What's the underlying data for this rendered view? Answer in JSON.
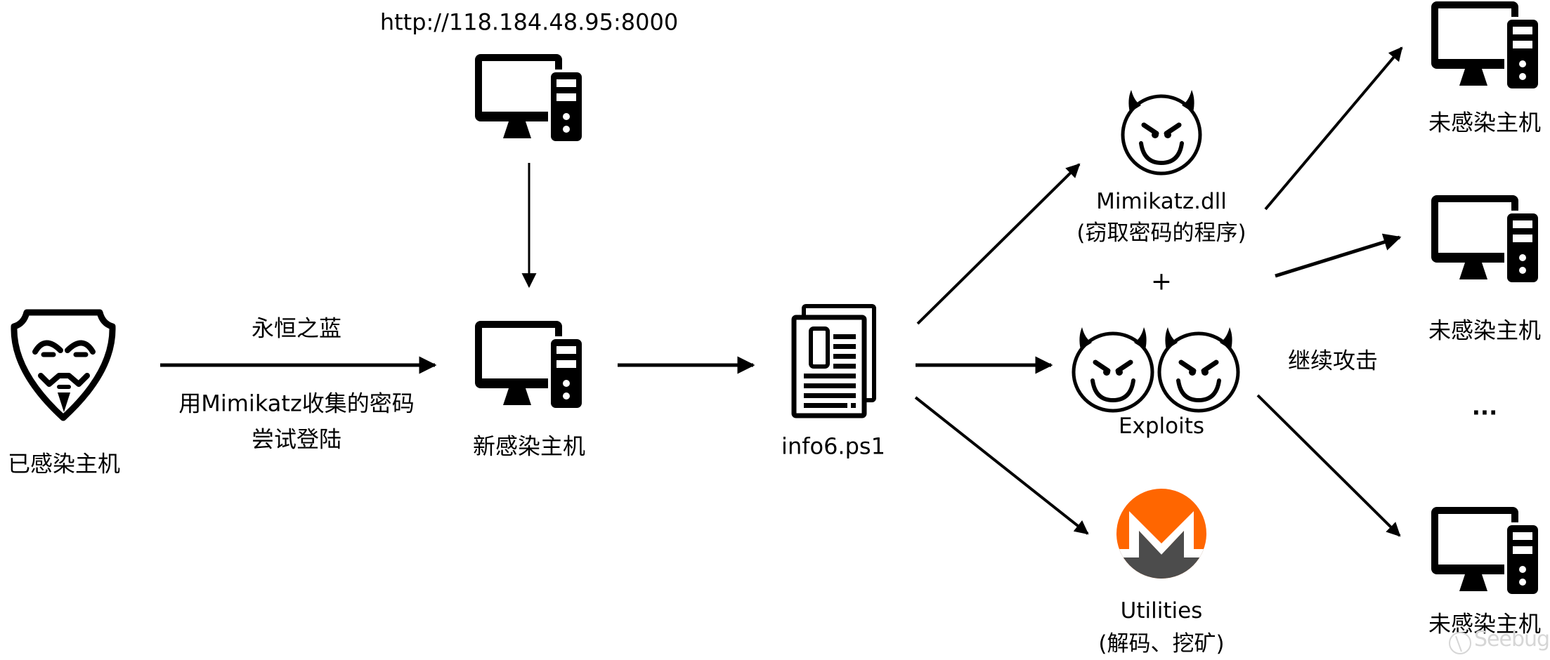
{
  "diagram": {
    "nodes": {
      "download_server": {
        "label": "http://118.184.48.95:8000",
        "icon": "computer-icon"
      },
      "infected_host": {
        "label": "已感染主机",
        "icon": "anonymous-mask-icon"
      },
      "new_infected_host": {
        "label": "新感染主机",
        "icon": "computer-icon"
      },
      "payload_script": {
        "label": "info6.ps1",
        "icon": "document-icon"
      },
      "mimikatz": {
        "label_line1": "Mimikatz.dll",
        "label_line2": "(窃取密码的程序)",
        "icon": "devil-face-icon"
      },
      "plus": {
        "label": "+"
      },
      "exploits": {
        "label": "Exploits",
        "icon": "devil-faces-icon"
      },
      "utilities": {
        "label_line1": "Utilities",
        "label_line2": "(解码、挖矿)",
        "icon": "monero-icon"
      },
      "target_hosts": [
        {
          "label": "未感染主机",
          "icon": "computer-icon"
        },
        {
          "label": "未感染主机",
          "icon": "computer-icon"
        },
        {
          "label": "未感染主机",
          "icon": "computer-icon"
        }
      ],
      "ellipsis": {
        "label": "..."
      }
    },
    "edges": {
      "spread_label_top": "永恒之蓝",
      "spread_label_bottom_line1": "用Mimikatz收集的密码",
      "spread_label_bottom_line2": "尝试登陆",
      "continue_attack_label": "继续攻击"
    },
    "colors": {
      "line": "#000000",
      "monero_orange": "#ff6600",
      "monero_gray": "#4c4c4c",
      "watermark": "#d6d6d6"
    },
    "watermark": "Seebug"
  }
}
